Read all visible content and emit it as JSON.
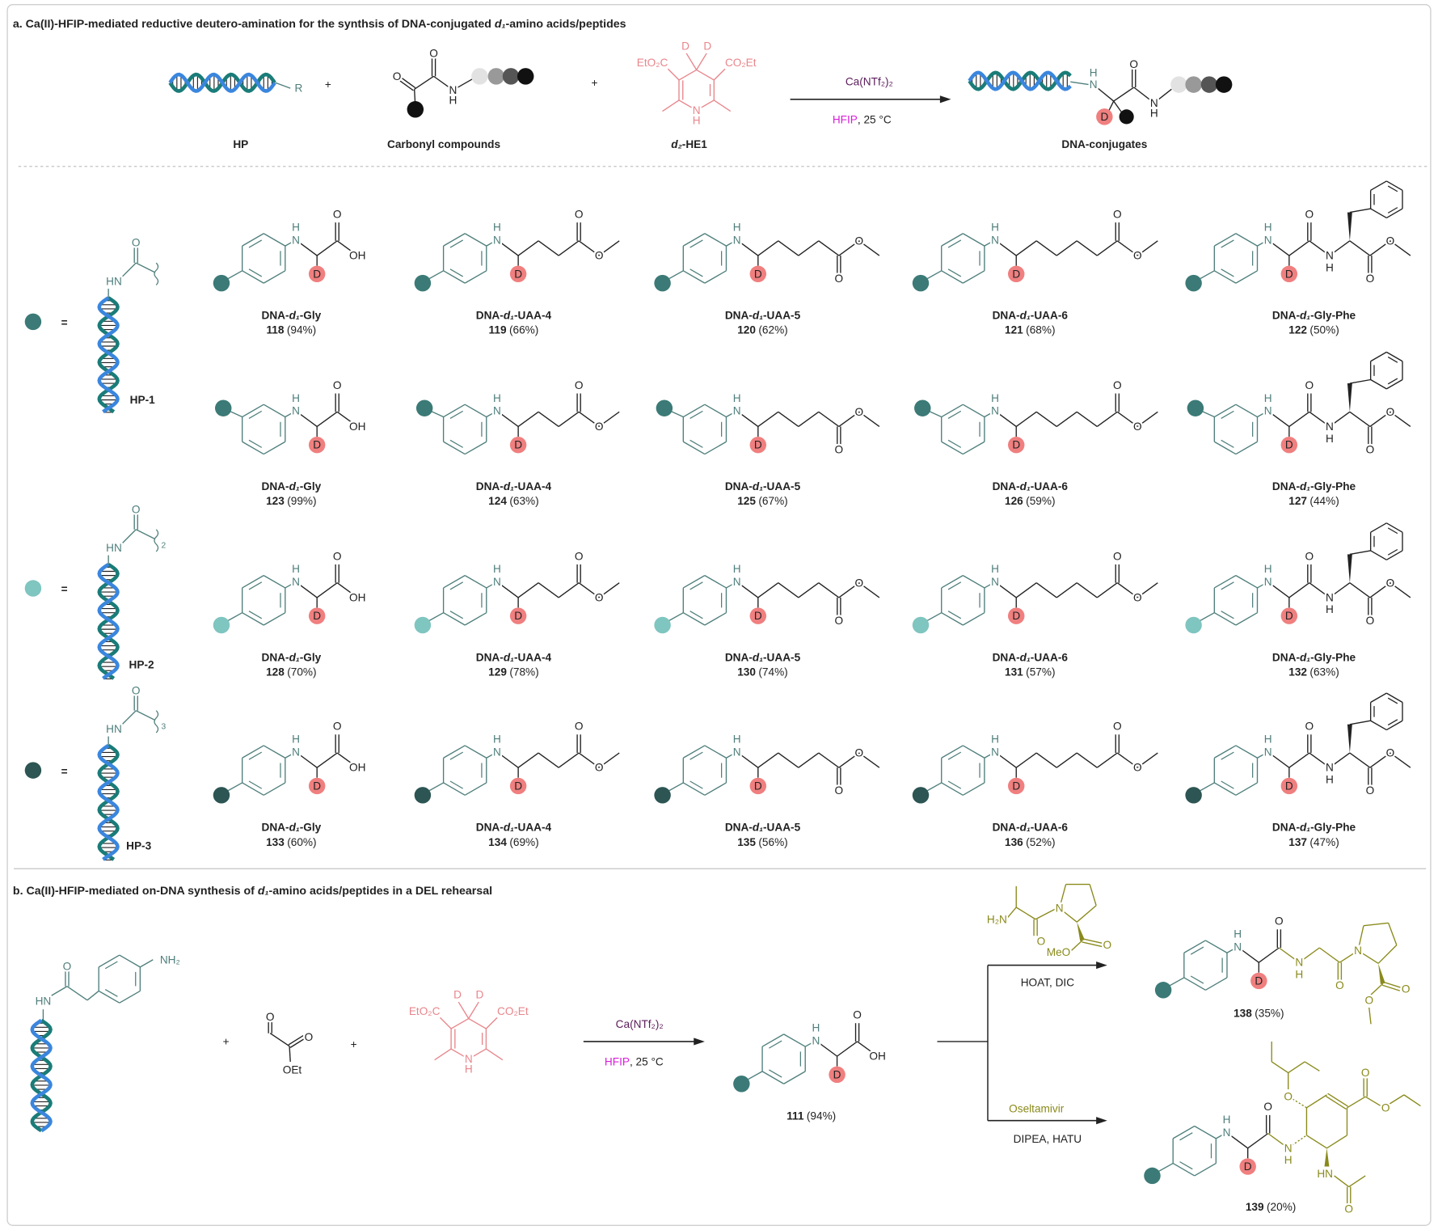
{
  "panel_a": {
    "title_prefix": "a. Ca(II)-HFIP-mediated reductive deutero-amination for the synthsis of DNA-conjugated ",
    "title_italic": "d₁",
    "title_suffix": "-amino acids/peptides",
    "plus": "+",
    "r_group": "R",
    "hp_label": "HP",
    "carbonyl_label": "Carbonyl compounds",
    "he1_italic": "d₂",
    "he1_label": "-HE1",
    "reagent": "Ca(NTf₂)₂",
    "solvent": "HFIP",
    "temp": ", 25 °C",
    "product_label": "DNA-conjugates"
  },
  "he1_groups": {
    "left": "EtO₂C",
    "right": "CO₂Et"
  },
  "atoms": {
    "N": "N",
    "H": "H",
    "O": "O",
    "OH": "OH",
    "D": "D",
    "HN": "HN",
    "NH2": "NH₂",
    "OEt": "OEt",
    "H2N": "H₂N",
    "MeO": "MeO"
  },
  "equals": "=",
  "headpieces": [
    {
      "label": "HP-1",
      "color": "#3b7a77",
      "chain_sub": ""
    },
    {
      "label": "HP-2",
      "color": "#7fc5c0",
      "chain_sub": "2"
    },
    {
      "label": "HP-3",
      "color": "#2c5553",
      "chain_sub": "3"
    }
  ],
  "rows": [
    [
      {
        "pre": "DNA-",
        "it": "d₁",
        "suf": "-Gly",
        "num": "118",
        "yield": "(94%)"
      },
      {
        "pre": "DNA-",
        "it": "d₁",
        "suf": "-UAA-4",
        "num": "119",
        "yield": "(66%)"
      },
      {
        "pre": "DNA-",
        "it": "d₁",
        "suf": "-UAA-5",
        "num": "120",
        "yield": "(62%)"
      },
      {
        "pre": "DNA-",
        "it": "d₁",
        "suf": "-UAA-6",
        "num": "121",
        "yield": "(68%)"
      },
      {
        "pre": "DNA-",
        "it": "d₁",
        "suf": "-Gly-Phe",
        "num": "122",
        "yield": "(50%)"
      }
    ],
    [
      {
        "pre": "DNA-",
        "it": "d₁",
        "suf": "-Gly",
        "num": "123",
        "yield": "(99%)"
      },
      {
        "pre": "DNA-",
        "it": "d₁",
        "suf": "-UAA-4",
        "num": "124",
        "yield": "(63%)"
      },
      {
        "pre": "DNA-",
        "it": "d₁",
        "suf": "-UAA-5",
        "num": "125",
        "yield": "(67%)"
      },
      {
        "pre": "DNA-",
        "it": "d₁",
        "suf": "-UAA-6",
        "num": "126",
        "yield": "(59%)"
      },
      {
        "pre": "DNA-",
        "it": "d₁",
        "suf": "-Gly-Phe",
        "num": "127",
        "yield": "(44%)"
      }
    ],
    [
      {
        "pre": "DNA-",
        "it": "d₁",
        "suf": "-Gly",
        "num": "128",
        "yield": "(70%)"
      },
      {
        "pre": "DNA-",
        "it": "d₁",
        "suf": "-UAA-4",
        "num": "129",
        "yield": "(78%)"
      },
      {
        "pre": "DNA-",
        "it": "d₁",
        "suf": "-UAA-5",
        "num": "130",
        "yield": "(74%)"
      },
      {
        "pre": "DNA-",
        "it": "d₁",
        "suf": "-UAA-6",
        "num": "131",
        "yield": "(57%)"
      },
      {
        "pre": "DNA-",
        "it": "d₁",
        "suf": "-Gly-Phe",
        "num": "132",
        "yield": "(63%)"
      }
    ],
    [
      {
        "pre": "DNA-",
        "it": "d₁",
        "suf": "-Gly",
        "num": "133",
        "yield": "(60%)"
      },
      {
        "pre": "DNA-",
        "it": "d₁",
        "suf": "-UAA-4",
        "num": "134",
        "yield": "(69%)"
      },
      {
        "pre": "DNA-",
        "it": "d₁",
        "suf": "-UAA-5",
        "num": "135",
        "yield": "(56%)"
      },
      {
        "pre": "DNA-",
        "it": "d₁",
        "suf": "-UAA-6",
        "num": "136",
        "yield": "(52%)"
      },
      {
        "pre": "DNA-",
        "it": "d₁",
        "suf": "-Gly-Phe",
        "num": "137",
        "yield": "(47%)"
      }
    ]
  ],
  "panel_b": {
    "title_prefix": "b. Ca(II)-HFIP-mediated on-DNA synthesis of ",
    "title_italic": "d₁",
    "title_suffix": "-amino acids/peptides in a DEL rehearsal",
    "plus": "+",
    "reagent": "Ca(NTf₂)₂",
    "solvent": "HFIP",
    "temp": ", 25 °C",
    "intermediate_num": "111",
    "intermediate_yield": "(94%)",
    "branch1_conditions": "HOAT, DIC",
    "branch2_reagent": "Oseltamivir",
    "branch2_conditions": "DIPEA, HATU",
    "product1_num": "138",
    "product1_yield": "(35%)",
    "product2_num": "139",
    "product2_yield": "(20%)"
  },
  "colors": {
    "teal_bond": "#4f7f7c",
    "deuterium": "#f07f7f",
    "he1": "#e8868c",
    "olive": "#8a8a1c",
    "reagent": "#5a1c5a",
    "solvent": "#d81fd8"
  }
}
